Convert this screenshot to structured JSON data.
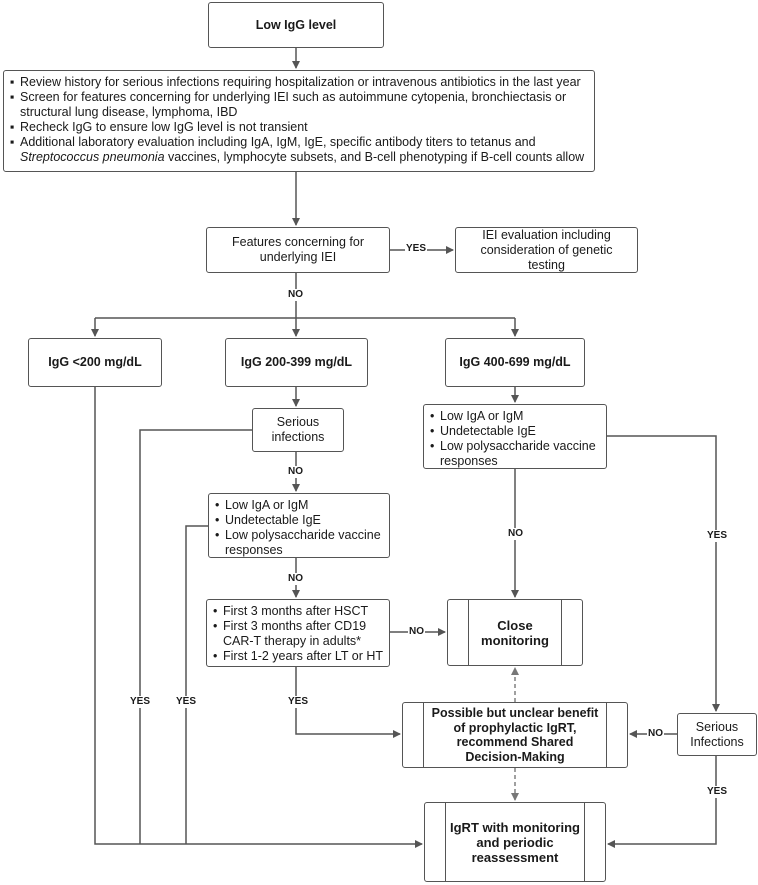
{
  "nodes": {
    "start": "Low IgG level",
    "review": {
      "items": [
        "Review history for serious infections requiring hospitalization or intravenous antibiotics in the last year",
        "Screen for features concerning for underlying IEI such as autoimmune cytopenia, bronchiectasis or structural lung disease, lymphoma, IBD",
        "Recheck IgG to ensure low IgG level is not transient"
      ],
      "item4_pre": "Additional laboratory evaluation including IgA, IgM, IgE, specific antibody titers to tetanus and ",
      "item4_italic": "Streptococcus pneumonia",
      "item4_post": " vaccines, lymphocyte subsets, and B-cell phenotyping if B-cell counts allow"
    },
    "features": "Features concerning for underlying IEI",
    "iei_eval": "IEI evaluation including consideration of genetic testing",
    "igg_lt200": "IgG <200 mg/dL",
    "igg_200_399": "IgG 200-399 mg/dL",
    "igg_400_699": "IgG 400-699 mg/dL",
    "serious_mid": "Serious infections",
    "list_mid": [
      "Low IgA or IgM",
      "Undetectable IgE",
      "Low polysaccharide vaccine responses"
    ],
    "list_right": [
      "Low IgA or IgM",
      "Undetectable IgE",
      "Low polysaccharide vaccine responses"
    ],
    "first_months": [
      "First 3 months after HSCT",
      "First 3 months after CD19 CAR-T therapy in adults*",
      "First 1-2 years after LT or HT"
    ],
    "close_monitoring": "Close monitoring",
    "possible_benefit": "Possible but unclear benefit of prophylactic IgRT, recommend Shared Decision-Making",
    "serious_right": "Serious Infections",
    "igrt": "IgRT with monitoring and periodic reassessment"
  },
  "labels": {
    "yes": "YES",
    "no": "NO"
  },
  "colors": {
    "line": "#555555",
    "dashed": "#777777"
  }
}
